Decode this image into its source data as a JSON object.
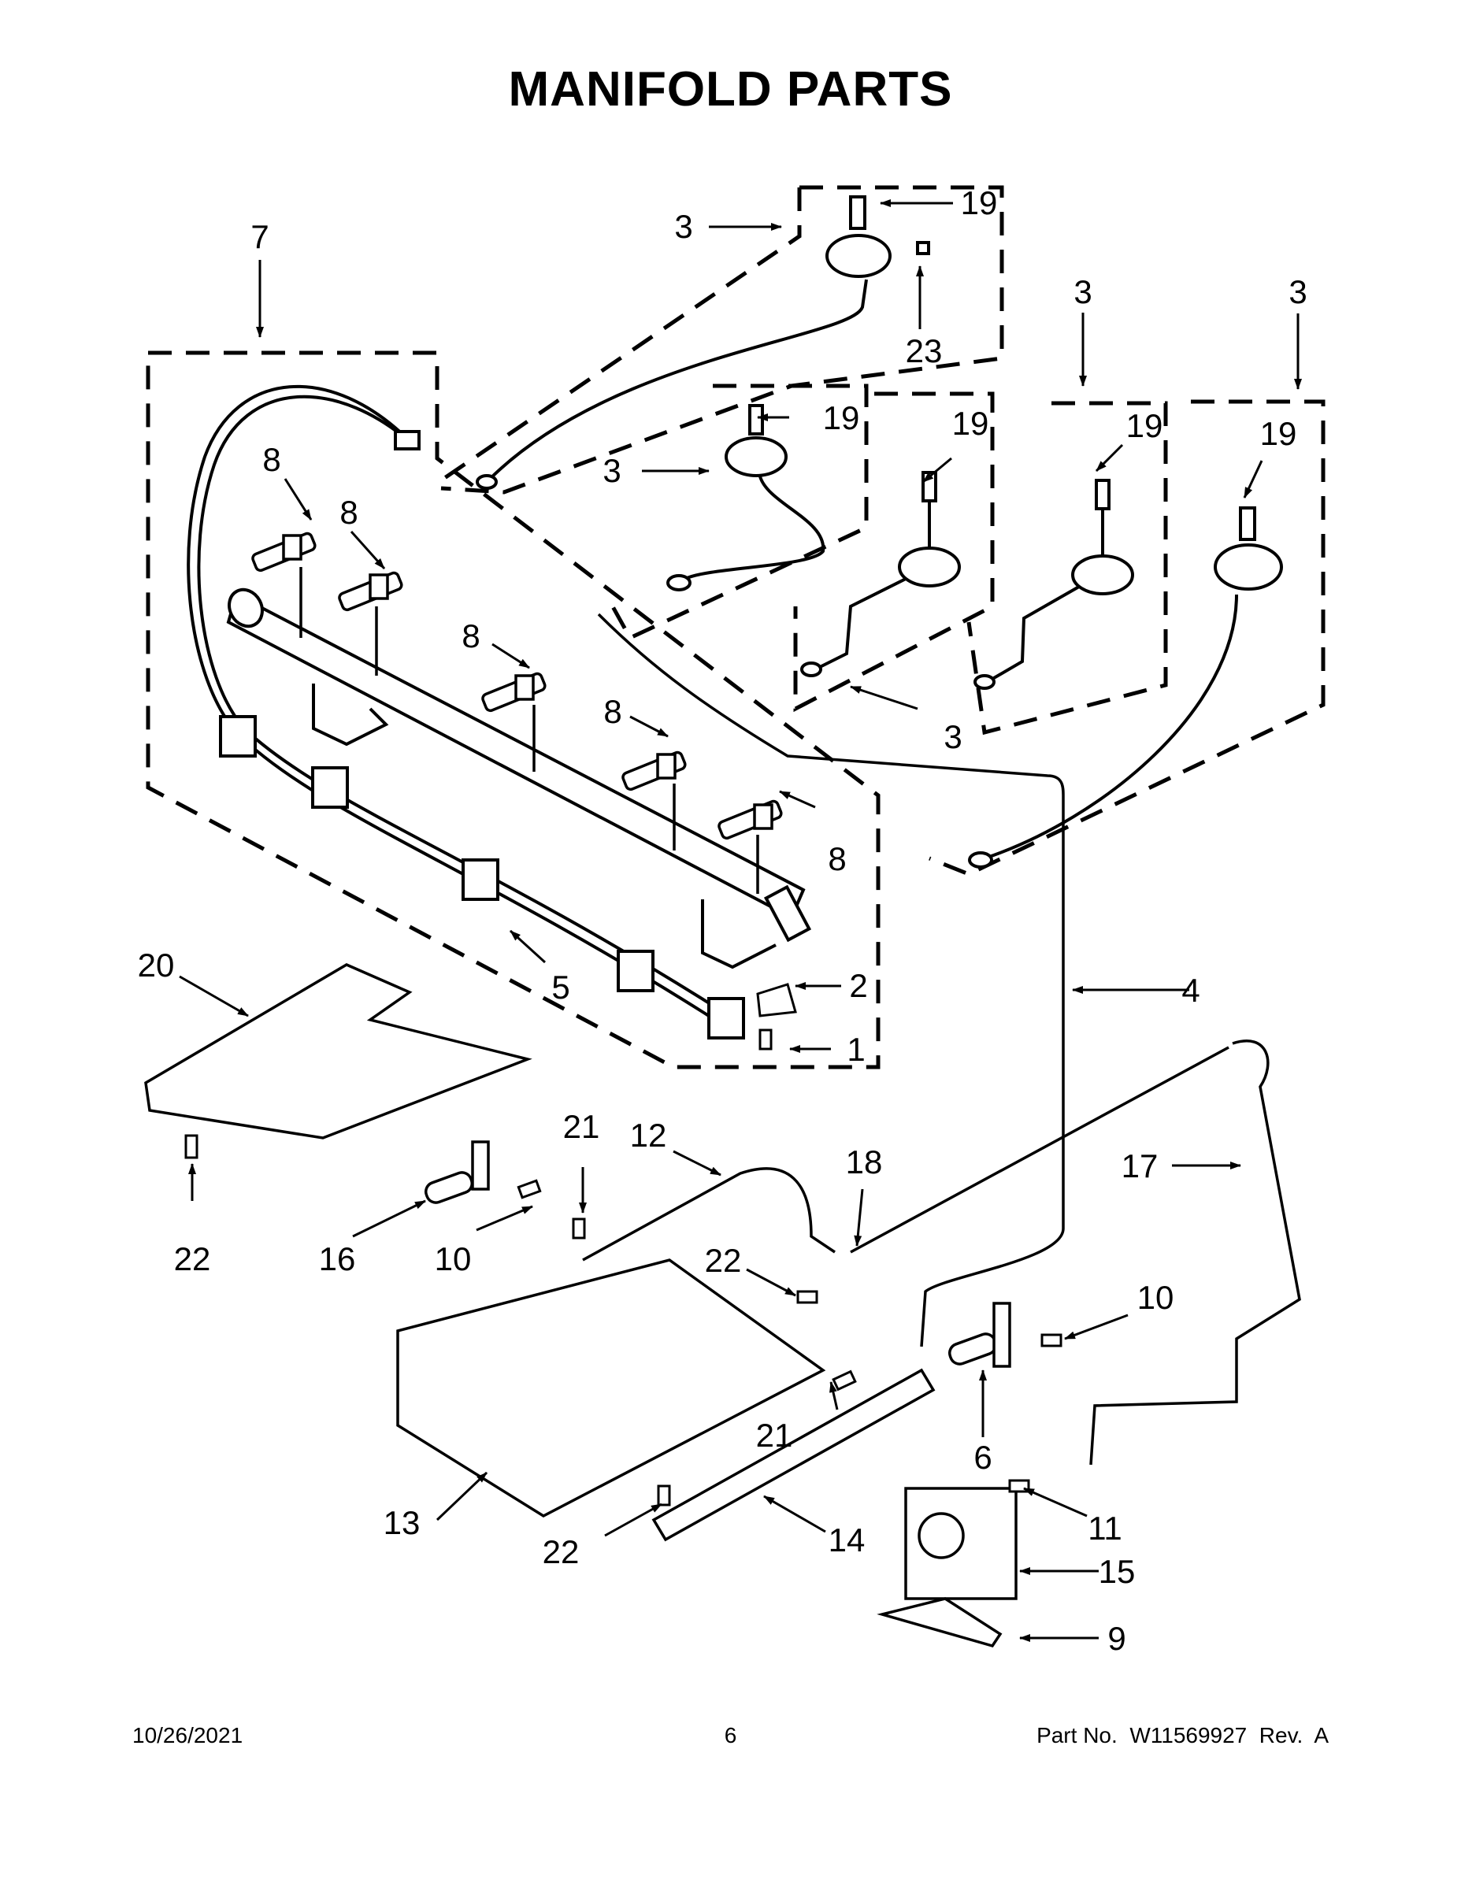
{
  "page": {
    "title": "MANIFOLD PARTS"
  },
  "callouts": {
    "c1": "1",
    "c2": "2",
    "c3a": "3",
    "c3b": "3",
    "c3c": "3",
    "c3d": "3",
    "c3e": "3",
    "c4": "4",
    "c5": "5",
    "c6": "6",
    "c7": "7",
    "c8a": "8",
    "c8b": "8",
    "c8c": "8",
    "c8d": "8",
    "c8e": "8",
    "c9": "9",
    "c10a": "10",
    "c10b": "10",
    "c11": "11",
    "c12": "12",
    "c13": "13",
    "c14": "14",
    "c15": "15",
    "c16": "16",
    "c17": "17",
    "c18": "18",
    "c19a": "19",
    "c19b": "19",
    "c19c": "19",
    "c19d": "19",
    "c19e": "19",
    "c20": "20",
    "c21a": "21",
    "c21b": "21",
    "c22a": "22",
    "c22b": "22",
    "c22c": "22",
    "c23": "23"
  },
  "footer": {
    "date": "10/26/2021",
    "page_number": "6",
    "part_info": "Part No.  W11569927  Rev.  A"
  }
}
